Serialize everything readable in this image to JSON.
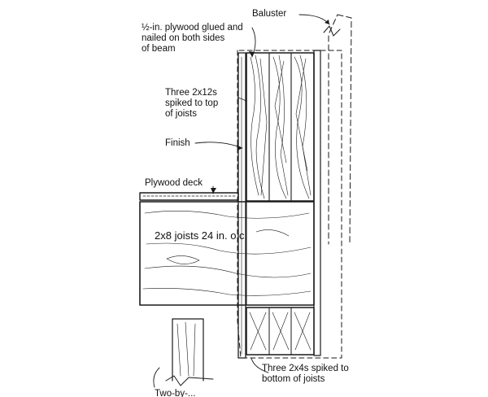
{
  "labels": {
    "baluster": "Baluster",
    "plywood_sides": [
      "½-in. plywood glued and",
      "nailed on both sides",
      "of beam"
    ],
    "top_2x12s": [
      "Three 2x12s",
      "spiked to top",
      "of joists"
    ],
    "finish": "Finish",
    "plywood_deck": "Plywood deck",
    "joists": "2x8 joists 24 in. o.c.",
    "bottom_2x4s": [
      "Three 2x4s spiked to",
      "bottom of joists"
    ],
    "partition": "Two-by-..."
  },
  "colors": {
    "ink": "#1a1a1a",
    "paper": "#ffffff"
  }
}
